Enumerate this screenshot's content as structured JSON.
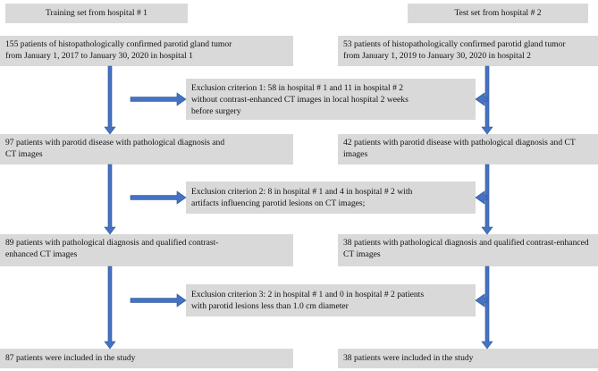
{
  "left": {
    "header": "Training set from hospital # 1",
    "step1": "155 patients of histopathologically confirmed parotid gland tumor\nfrom January 1, 2017 to January 30, 2020  in hospital 1",
    "step2": "97 patients with parotid disease with pathological diagnosis and\nCT images",
    "step3": "89 patients with pathological diagnosis and qualified contrast-\nenhanced CT images",
    "step4": "87 patients were included in the study"
  },
  "right": {
    "header": "Test set from hospital # 2",
    "step1": "53 patients of histopathologically confirmed parotid gland tumor\nfrom January 1, 2019 to January 30, 2020  in hospital 2",
    "step2": "42 patients with parotid disease with pathological diagnosis and CT\nimages",
    "step3": "38 patients with pathological diagnosis and qualified contrast-enhanced\nCT images",
    "step4": "38 patients were included in the study"
  },
  "exclusions": {
    "ex1": "Exclusion criterion 1: 58 in hospital # 1 and 11 in hospital # 2\nwithout contrast-enhanced CT images in local hospital 2 weeks\nbefore surgery",
    "ex2": "Exclusion criterion 2: 8 in hospital # 1 and 4 in hospital # 2 with\nartifacts influencing parotid lesions on CT images;",
    "ex3": "Exclusion criterion 3: 2 in hospital # 1 and 0 in hospital # 2 patients\nwith parotid lesions less than 1.0 cm diameter"
  },
  "colors": {
    "box_fill": "#d9d9d9",
    "arrow": "#4472c4",
    "arrow_edge": "#2f528f"
  }
}
